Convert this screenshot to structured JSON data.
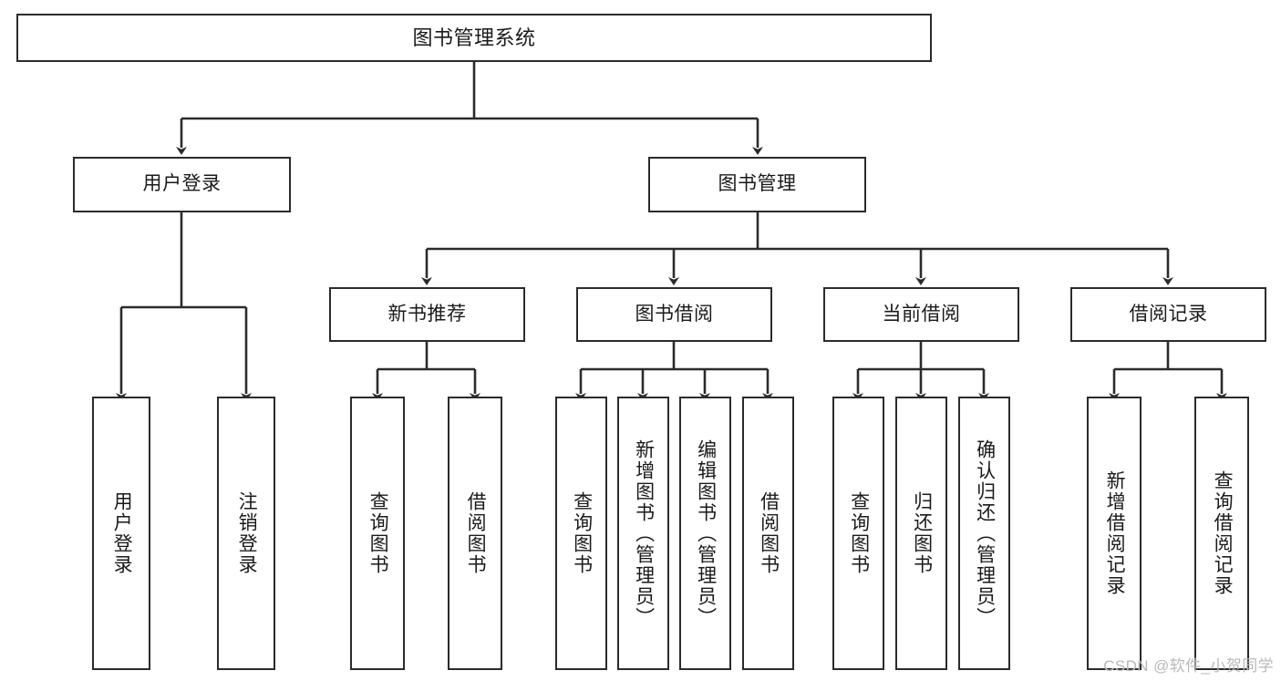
{
  "diagram": {
    "type": "tree-hierarchy",
    "title": "图书管理系统",
    "watermark": "CSDN @软件_小贺同学",
    "colors": {
      "node_border": "#2b2b2b",
      "node_fill": "#ffffff",
      "edge": "#2b2b2b",
      "text": "#1a1a1a",
      "watermark": "#b9b9b9",
      "background": "#ffffff"
    },
    "nodes": {
      "root": {
        "label": "图书管理系统"
      },
      "level1": [
        {
          "label": "用户登录"
        },
        {
          "label": "图书管理"
        }
      ],
      "level2": [
        {
          "label": "新书推荐"
        },
        {
          "label": "图书借阅"
        },
        {
          "label": "当前借阅"
        },
        {
          "label": "借阅记录"
        }
      ],
      "leaves": {
        "user_login": [
          {
            "label": "用户登录"
          },
          {
            "label": "注销登录"
          }
        ],
        "new_book_recommend": [
          {
            "label": "查询图书"
          },
          {
            "label": "借阅图书"
          }
        ],
        "book_borrow": [
          {
            "label": "查询图书"
          },
          {
            "label": "新增图书（管理员）"
          },
          {
            "label": "编辑图书（管理员）"
          },
          {
            "label": "借阅图书"
          }
        ],
        "current_borrow": [
          {
            "label": "查询图书"
          },
          {
            "label": "归还图书"
          },
          {
            "label": "确认归还（管理员）"
          }
        ],
        "borrow_record": [
          {
            "label": "新增借阅记录"
          },
          {
            "label": "查询借阅记录"
          }
        ]
      }
    }
  }
}
